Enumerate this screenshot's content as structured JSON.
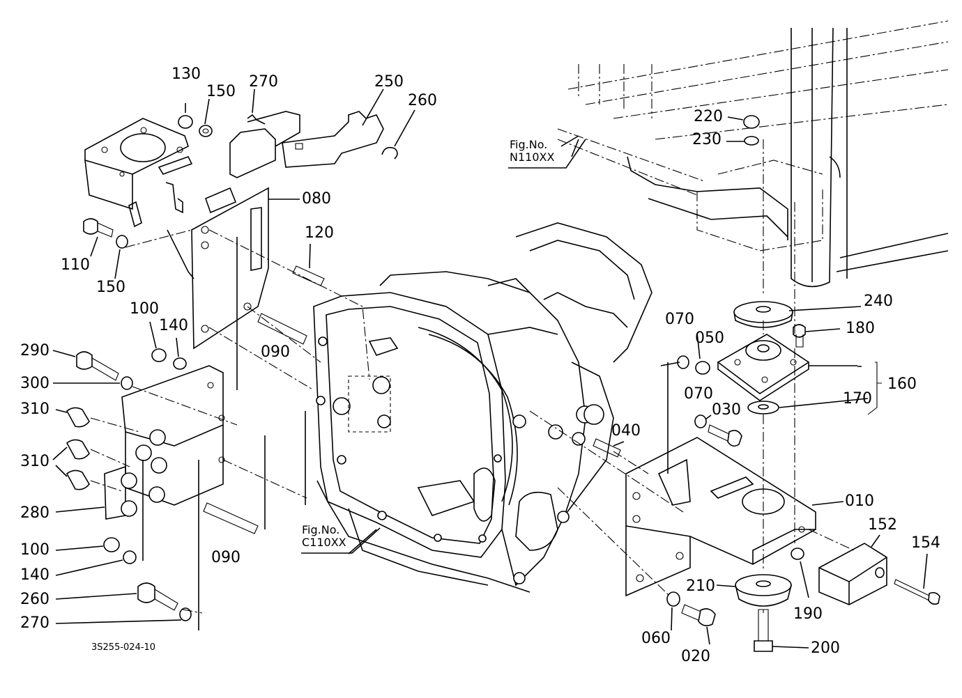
{
  "diagram": {
    "drawing_code": "3S255-024-10",
    "figure_refs": [
      {
        "id": "fig-n",
        "title": "Fig.No.",
        "code": "N110XX"
      },
      {
        "id": "fig-c",
        "title": "Fig.No.",
        "code": "C110XX"
      }
    ],
    "part_labels": {
      "p130": "130",
      "p150a": "150",
      "p270a": "270",
      "p250": "250",
      "p260a": "260",
      "p080": "080",
      "p120": "120",
      "p110": "110",
      "p150b": "150",
      "p100a": "100",
      "p140a": "140",
      "p090a": "090",
      "p290": "290",
      "p300": "300",
      "p310a": "310",
      "p310b": "310",
      "p280": "280",
      "p100b": "100",
      "p140b": "140",
      "p260b": "260",
      "p270b": "270",
      "p090b": "090",
      "p220": "220",
      "p230": "230",
      "p240": "240",
      "p180": "180",
      "p070a": "070",
      "p050": "050",
      "p160": "160",
      "p170": "170",
      "p070b": "070",
      "p030": "030",
      "p040": "040",
      "p010": "010",
      "p152": "152",
      "p154": "154",
      "p210": "210",
      "p190": "190",
      "p060": "060",
      "p020": "020",
      "p200": "200"
    }
  }
}
